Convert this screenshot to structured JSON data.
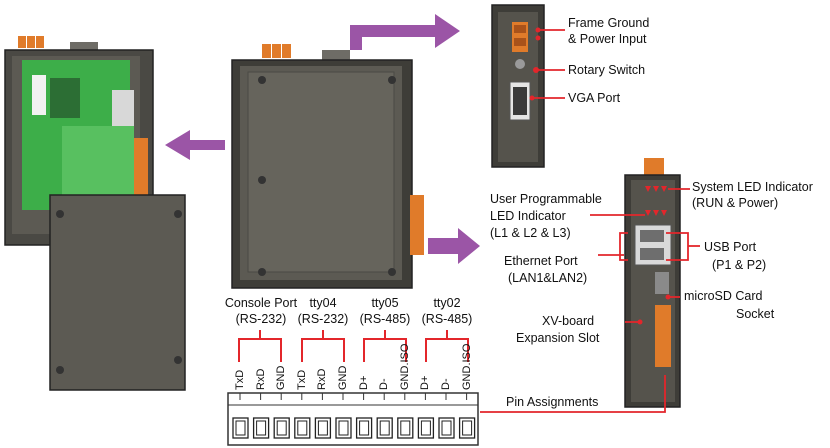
{
  "labels": {
    "frame_ground": "Frame Ground",
    "power_input": "& Power Input",
    "rotary_switch": "Rotary Switch",
    "vga_port": "VGA Port",
    "system_led": "System LED Indicator",
    "system_led_sub": "(RUN & Power)",
    "user_led_1": "User Programmable",
    "user_led_2": "LED Indicator",
    "user_led_3": "(L1 & L2 & L3)",
    "usb_port": "USB Port",
    "usb_port_sub": "(P1 & P2)",
    "ethernet_port": "Ethernet Port",
    "ethernet_port_sub": "(LAN1&LAN2)",
    "microsd_1": "microSD Card",
    "microsd_2": "Socket",
    "xv_board_1": "XV-board",
    "xv_board_2": "Expansion Slot",
    "pin_assignments": "Pin Assignments"
  },
  "port_groups": [
    {
      "name": "Console Port",
      "type": "(RS-232)"
    },
    {
      "name": "tty04",
      "type": "(RS-232)"
    },
    {
      "name": "tty05",
      "type": "(RS-485)"
    },
    {
      "name": "tty02",
      "type": "(RS-485)"
    }
  ],
  "pins": [
    "TxD",
    "RxD",
    "GND",
    "TxD",
    "RxD",
    "GND",
    "D+",
    "D-",
    "GND.ISO",
    "D+",
    "D-",
    "GND.ISO"
  ],
  "colors": {
    "device_body": "#5c5a53",
    "device_dark": "#3e3d38",
    "pcb_green": "#3dae49",
    "connector_orange": "#e07b2a",
    "arrow_purple": "#9b55a6",
    "callout_red": "#e3262b"
  }
}
